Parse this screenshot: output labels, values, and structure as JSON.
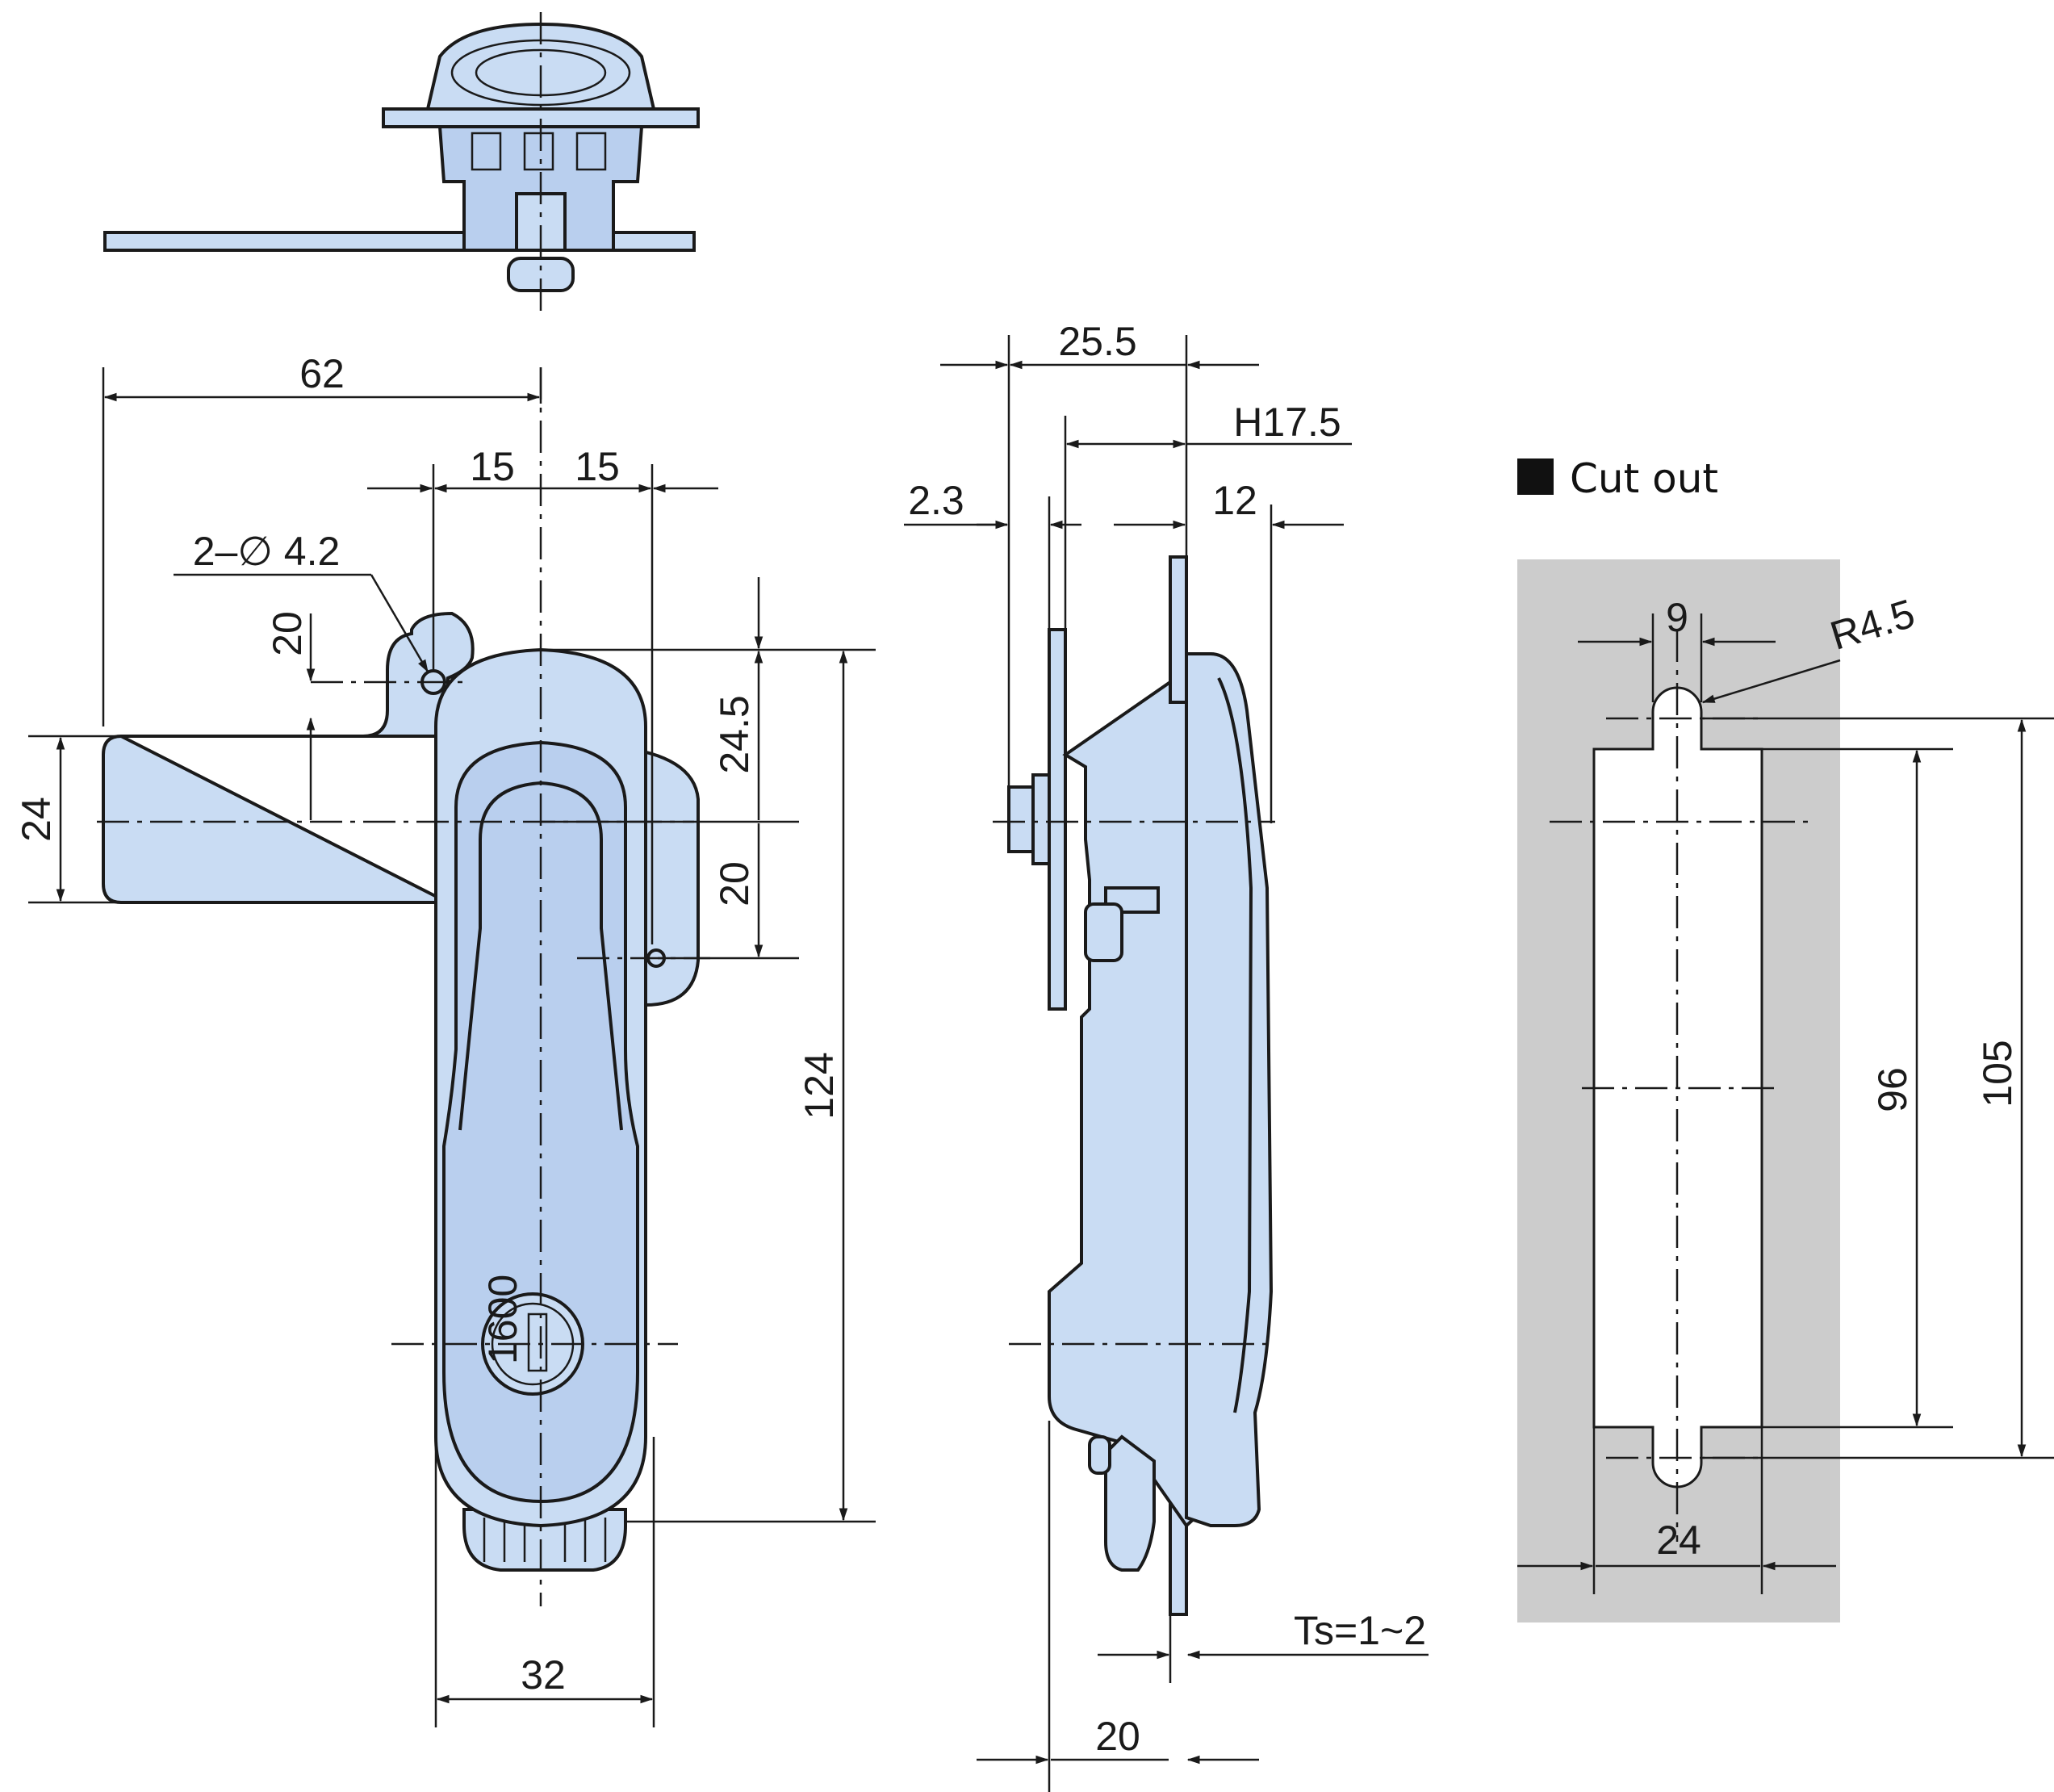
{
  "colors": {
    "part_fill": "#c9dcf3",
    "cutout_background": "#cccccc",
    "line": "#1a1a1a"
  },
  "legend": {
    "marker": "black-square",
    "label": "Cut out"
  },
  "front_view": {
    "dimensions": {
      "width_62": "62",
      "offset_15_left": "15",
      "offset_15_right": "15",
      "hole_note": "2–∅ 4.2",
      "vertical_20_upper": "20",
      "height_24": "24",
      "vertical_24_5": "24.5",
      "vertical_20_lower": "20",
      "height_124": "124",
      "width_32": "32"
    },
    "key_marking": "1600"
  },
  "side_view": {
    "dimensions": {
      "depth_25_5": "25.5",
      "height_h17_5": "H17.5",
      "thickness_2_3": "2.3",
      "offset_12": "12",
      "panel_ts": "Ts=1~2",
      "depth_20": "20"
    }
  },
  "cutout_view": {
    "dimensions": {
      "slot_9": "9",
      "radius_r4_5": "R4.5",
      "height_96": "96",
      "height_105": "105",
      "width_24": "24"
    }
  }
}
